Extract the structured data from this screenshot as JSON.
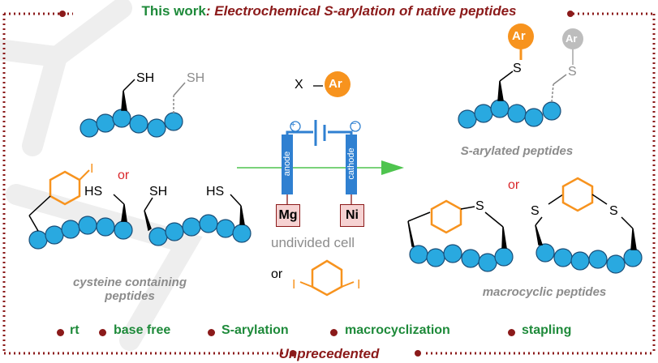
{
  "header": {
    "title_green": "This work",
    "title_red": ": Electrochemical S-arylation of native peptides"
  },
  "reagents": {
    "aryl_halide_x": "X",
    "ar_label": "Ar",
    "or_left": "or",
    "or_center": "or",
    "or_right": "or",
    "iodo": "I"
  },
  "cell": {
    "anode_label": "anode",
    "cathode_label": "cathode",
    "anode_metal": "Mg",
    "cathode_metal": "Ni",
    "plus_sign": "+",
    "minus_sign": "−",
    "description": "undivided cell"
  },
  "atoms": {
    "sh": "SH",
    "hs": "HS",
    "s": "S"
  },
  "captions": {
    "left": "cysteine containing\npeptides",
    "right_top": "S-arylated peptides",
    "right_bottom": "macrocyclic peptides"
  },
  "features": [
    "rt",
    "base free",
    "S-arylation",
    "macrocyclization",
    "stapling"
  ],
  "footer": {
    "title": "Unprecedented"
  },
  "colors": {
    "frame": "#8b1a1a",
    "green": "#1e8a3a",
    "bead": "#29a9e0",
    "orange": "#f7931e",
    "electrode": "#2f80d1",
    "arrow": "#4ec44e"
  }
}
